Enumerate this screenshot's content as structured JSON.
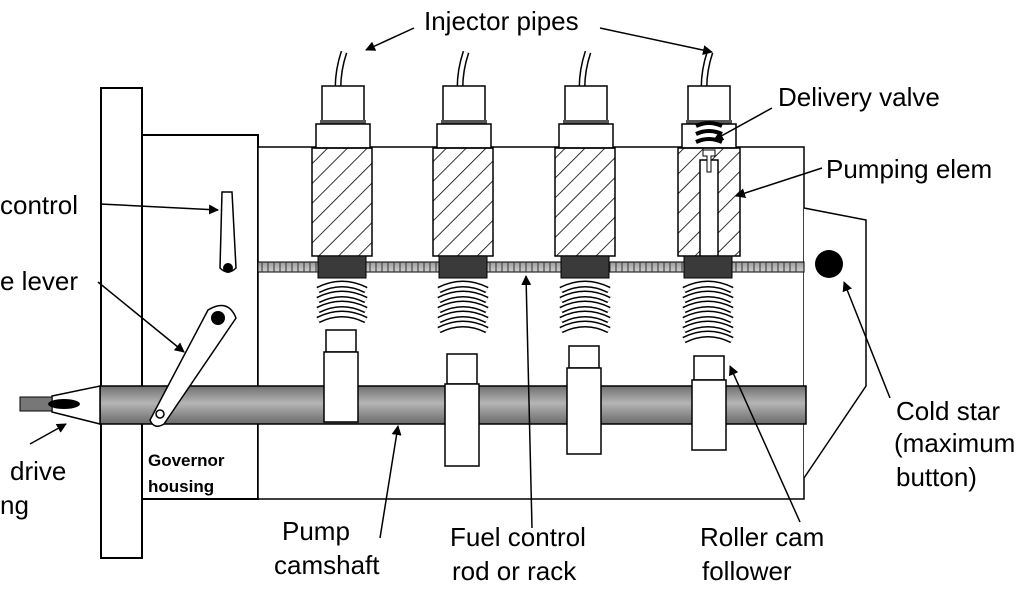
{
  "labels": {
    "injector_pipes": "Injector pipes",
    "delivery_valve": "Delivery valve",
    "pumping_element": "Pumping elem",
    "control": "control",
    "lever": "e lever",
    "drive": "drive",
    "ng": "ng",
    "governor_line1": "Governor",
    "governor_line2": "housing",
    "pump_camshaft_line1": "Pump",
    "pump_camshaft_line2": "camshaft",
    "fuel_control_line1": "Fuel control",
    "fuel_control_line2": "rod or rack",
    "roller_cam_line1": "Roller cam",
    "roller_cam_line2": "follower",
    "cold_start_line1": "Cold star",
    "cold_start_line2": "(maximum",
    "cold_start_line3": "button)"
  },
  "colors": {
    "ink": "#000000",
    "shaft_gray": "#8c8c8c",
    "button_black": "#000000"
  }
}
